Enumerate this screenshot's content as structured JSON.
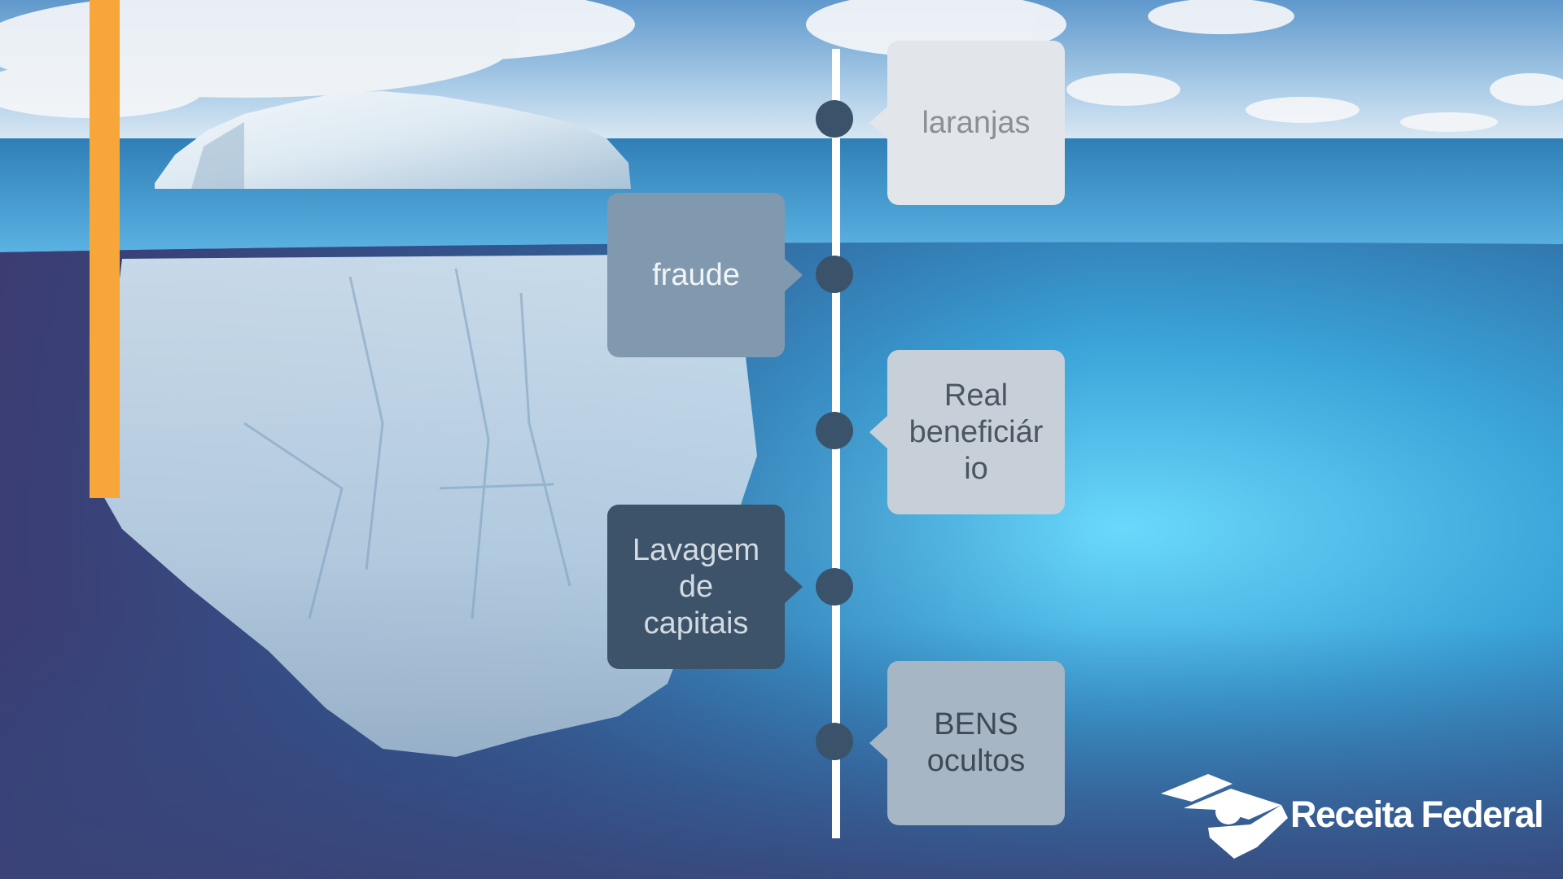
{
  "slide": {
    "accent_color": "#f7a63a",
    "timeline_color": "#ffffff",
    "dot_color": "#3b536a",
    "items": [
      {
        "label": "laranjas",
        "side": "right",
        "fill": "#e2e6ea",
        "text_color": "#8a8f95"
      },
      {
        "label": "fraude",
        "side": "left",
        "fill": "#8199ae",
        "text_color": "#f1f4f7"
      },
      {
        "label": "Real\nbeneficiár\nio",
        "side": "right",
        "fill": "#c7d0d9",
        "text_color": "#4c5660"
      },
      {
        "label": "Lavagem\nde\ncapitais",
        "side": "left",
        "fill": "#3d5369",
        "text_color": "#d2dae2"
      },
      {
        "label": "BENS\nocultos",
        "side": "right",
        "fill": "#a7b6c5",
        "text_color": "#3f4a55"
      }
    ]
  },
  "logo": {
    "text": "Receita Federal",
    "icon": "receita-federal-emblem-icon",
    "color": "#ffffff"
  }
}
